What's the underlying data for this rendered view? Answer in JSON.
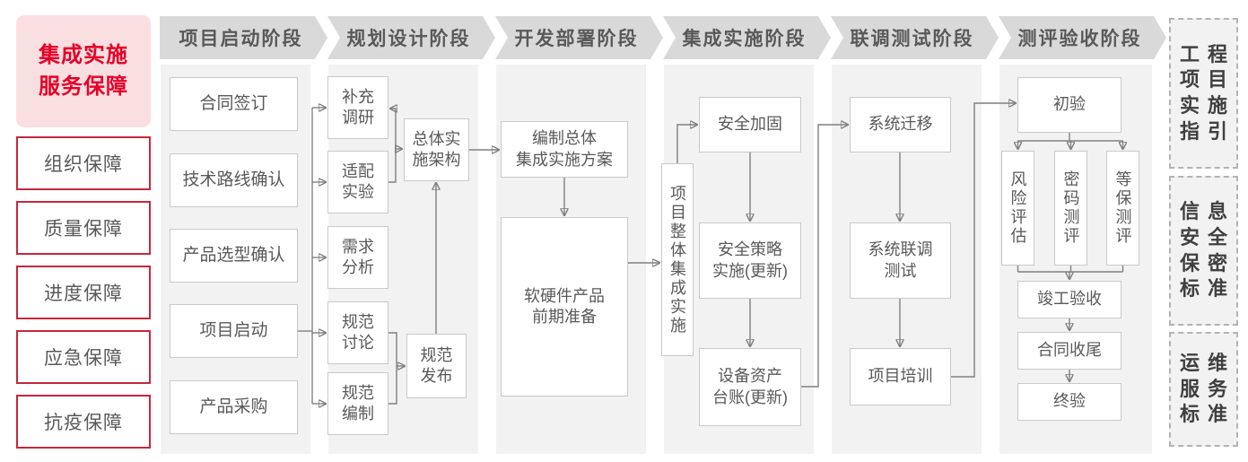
{
  "sidebar": {
    "title": "集成实施\n服务保障",
    "items": [
      "组织保障",
      "质量保障",
      "进度保障",
      "应急保障",
      "抗疫保障"
    ]
  },
  "phases": [
    "项目启动阶段",
    "规划设计阶段",
    "开发部署阶段",
    "集成实施阶段",
    "联调测试阶段",
    "测评验收阶段"
  ],
  "flow": {
    "c1": [
      "合同签订",
      "技术路线确认",
      "产品选型确认",
      "项目启动",
      "产品采购"
    ],
    "c2": [
      "补充\n调研",
      "适配\n实验",
      "需求\n分析",
      "规范\n讨论",
      "规范\n编制"
    ],
    "c2_arch": "总体实\n施架构",
    "c2_publish": "规范\n发布",
    "c3_plan": "编制总体\n集成实施方案",
    "c3_prepare": "软硬件产品\n前期准备",
    "c4_vertical": "项目整体集成实施",
    "c4": [
      "安全加固",
      "安全策略\n实施(更新)",
      "设备资产\n台账(更新)"
    ],
    "c5": [
      "系统迁移",
      "系统联调\n测试",
      "项目培训"
    ],
    "c6_initial": "初验",
    "c6_evals": [
      "风险评估",
      "密码测评",
      "等保测评"
    ],
    "c6_rest": [
      "竣工验收",
      "合同收尾",
      "终验"
    ]
  },
  "standards": [
    {
      "label": "工程\n项目\n实施\n指引"
    },
    {
      "label": "信息\n安全\n保密\n标准"
    },
    {
      "label": "运维\n服务\n标准"
    }
  ],
  "colors": {
    "accent_red": "#e60027",
    "red_border": "#c5283c",
    "pink_bg": "#fadfe1",
    "banner_bg": "#d9d9d9",
    "banner_text": "#595959",
    "column_bg": "#f2f2f2",
    "node_border": "#c9c9c9",
    "node_text": "#595959",
    "line_gray": "#7f7f7f",
    "standard_text": "#404040"
  }
}
